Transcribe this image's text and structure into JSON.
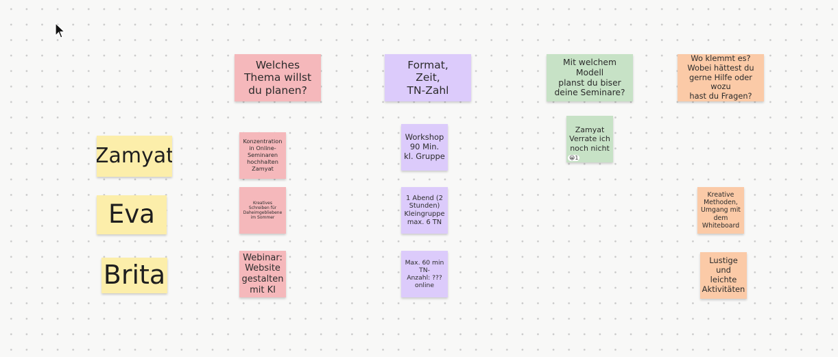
{
  "board": {
    "headers": [
      {
        "id": "thema",
        "text": "Welches\nThema willst\ndu planen?"
      },
      {
        "id": "format",
        "text": "Format,\nZeit,\nTN-Zahl"
      },
      {
        "id": "modell",
        "text": "Mit welchem Modell\nplanst du biser\ndeine Seminare?"
      },
      {
        "id": "hilfe",
        "text": "Wo klemmt es?\nWobei hättest du\ngerne Hilfe oder wozu\nhast du Fragen?"
      }
    ],
    "people": {
      "zamyat": {
        "name": "Zamyat",
        "thema": "Konzentration\nin Online-\nSeminaren\nhochhalten\nZamyat",
        "format": "Workshop\n90 Min.\nkl. Gruppe",
        "modell": "Zamyat\nVerrate ich\nnoch nicht",
        "modell_reaction": "😀1"
      },
      "eva": {
        "name": "Eva",
        "thema": "Kreatives\nSchreiben für\nDaheimgebliebene\nim Sommer",
        "format": "1 Abend (2\nStunden)\nKleingruppe\nmax. 6 TN",
        "hilfe": "Kreative\nMethoden,\nUmgang mit\ndem\nWhiteboard"
      },
      "brita": {
        "name": "Brita",
        "thema": "Webinar:\nWebsite\ngestalten\nmit KI",
        "format": "Max. 60  min\nTN-\nAnzahl: ???\nonline",
        "hilfe": "Lustige\nund leichte\nAktivitäten"
      }
    }
  },
  "colors": {
    "pink": "#f5b8bb",
    "purple": "#dccbfb",
    "green": "#c7e2c6",
    "orange": "#fbcaa7",
    "yellow": "#fceeaa",
    "background": "#f8f8f7"
  },
  "icons": {
    "cursor": "mouse-pointer-icon"
  }
}
